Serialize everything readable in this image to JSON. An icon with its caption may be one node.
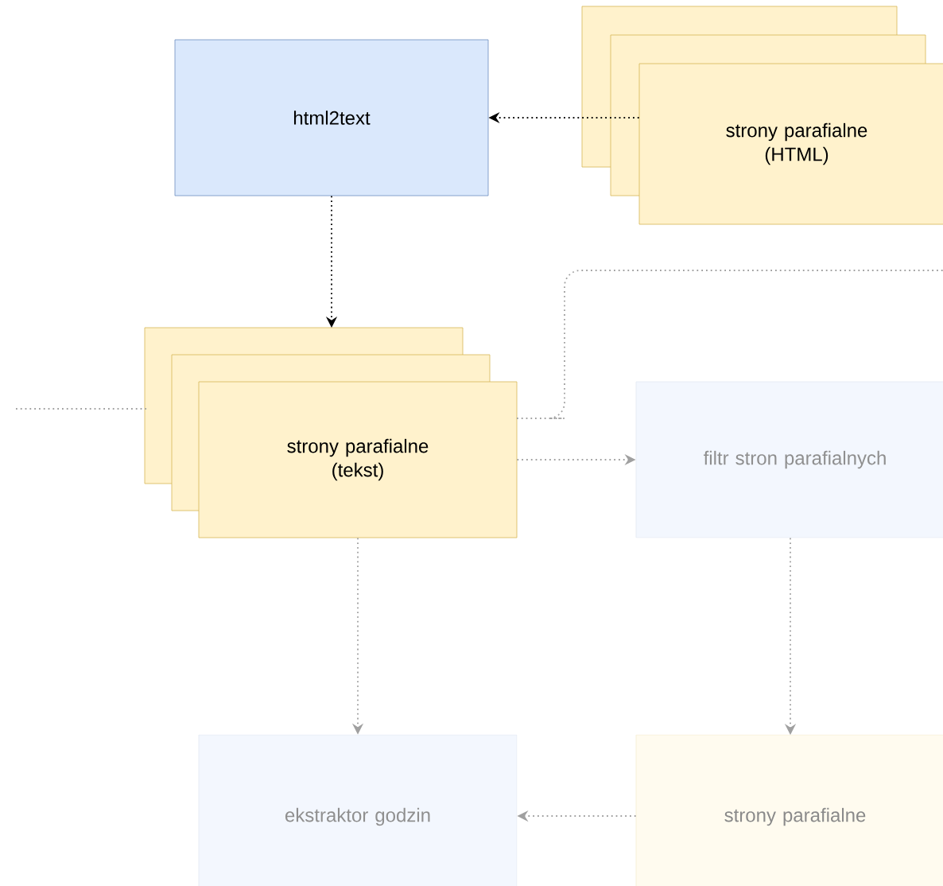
{
  "diagram": {
    "nodes": [
      {
        "text": [
          "html2text"
        ]
      },
      {
        "text": [
          "strony parafialne (HTML)"
        ]
      },
      {
        "text": [
          "strony parafialne (tekst)"
        ]
      },
      {
        "text": [
          "filtr stron parafialnych"
        ]
      },
      {
        "text": [
          "ekstraktor godzin"
        ]
      },
      {
        "text": [
          "strony parafialne"
        ]
      }
    ],
    "edges": [
      {
        "from": 1,
        "to": 0,
        "arrow": "to",
        "color": "#000000"
      },
      {
        "from": 0,
        "to": 2,
        "arrow": "to",
        "color": "#000000"
      },
      {
        "from": null,
        "to": 2,
        "arrow": "none"
      },
      {
        "from": 2,
        "to": null,
        "arrow": "none"
      },
      {
        "from": 2,
        "to": 3,
        "arrow": "to"
      },
      {
        "from": 2,
        "to": 4,
        "arrow": "to"
      },
      {
        "from": 3,
        "to": 5,
        "arrow": "to"
      },
      {
        "from": 5,
        "to": 4,
        "arrow": "to"
      }
    ]
  }
}
